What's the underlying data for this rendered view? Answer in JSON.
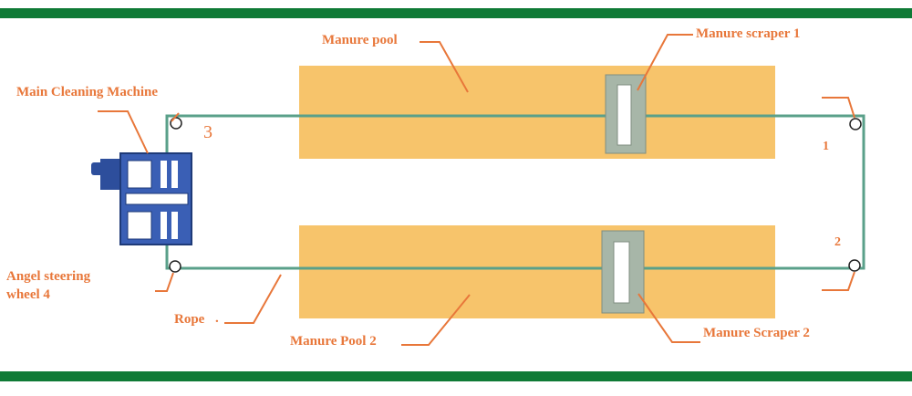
{
  "labels": {
    "manure_pool": "Manure pool",
    "manure_scraper_1": "Manure scraper 1",
    "main_cleaning_machine": "Main Cleaning Machine",
    "angel_steering_wheel_line1": "Angel steering",
    "angel_steering_wheel_line2": "wheel 4",
    "rope": "Rope",
    "rope_dot": ".",
    "manure_pool_2": "Manure Pool 2",
    "manure_scraper_2": "Manure Scraper 2"
  },
  "numbers": {
    "n1": "1",
    "n2": "2",
    "n3": "3"
  },
  "colors": {
    "border_green": "#0f7a36",
    "pool": "#f7c46b",
    "rope": "#5aa08a",
    "scraper": "#a7b6a8",
    "label": "#e8773a",
    "machine": "#2d4e9c"
  }
}
